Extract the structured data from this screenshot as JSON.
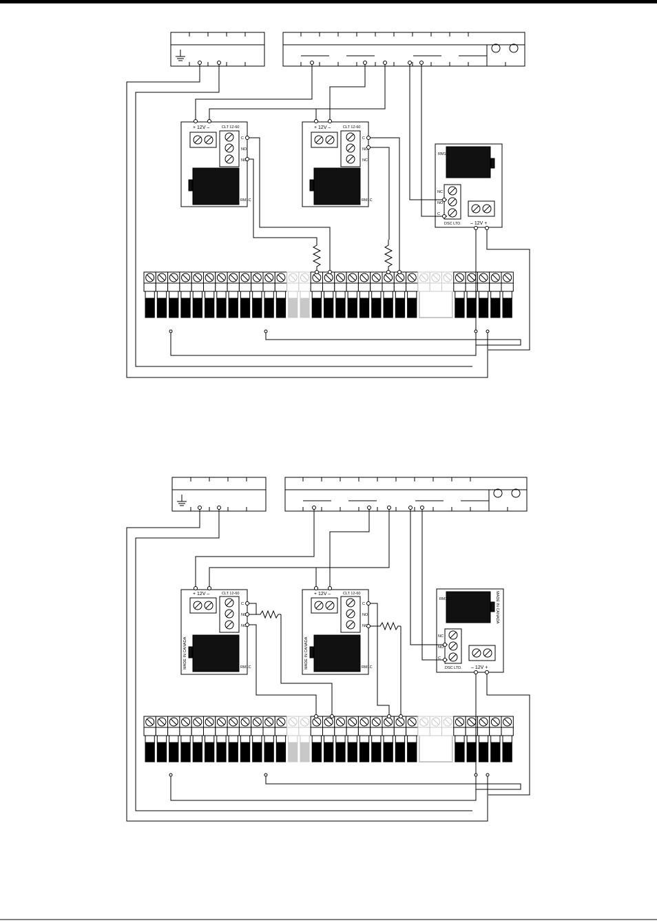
{
  "colors": {
    "ink": "#000000",
    "paper": "#ffffff",
    "unused_terminal": "#c8c8c8"
  },
  "diagrams": [
    {
      "relays": [
        {
          "voltage_label": "+ 12V –",
          "model_label": "CLT 12-60",
          "contact_labels": [
            "C",
            "NO",
            "NC"
          ],
          "corner_label": "RM1C",
          "made_in": ""
        },
        {
          "voltage_label": "+ 12V –",
          "model_label": "CLT 12-60",
          "contact_labels": [
            "C",
            "NO",
            "NC"
          ],
          "corner_label": "RM1C",
          "made_in": ""
        }
      ],
      "module": {
        "corner_label": "RM1C",
        "contact_labels": [
          "NC",
          "NO",
          "C"
        ],
        "maker_label": "DSC LTD.",
        "power_label": "– 12V +",
        "made_in": ""
      }
    },
    {
      "relays": [
        {
          "voltage_label": "+ 12V –",
          "model_label": "CLT 12-60",
          "contact_labels": [
            "C",
            "NO",
            "NC"
          ],
          "corner_label": "RM1C",
          "made_in": "MADE IN CANADA"
        },
        {
          "voltage_label": "+ 12V –",
          "model_label": "CLT 12-60",
          "contact_labels": [
            "C",
            "NO",
            "NC"
          ],
          "corner_label": "RM1C",
          "made_in": "MADE IN CANADA"
        }
      ],
      "module": {
        "corner_label": "RM1C",
        "contact_labels": [
          "NC",
          "NO",
          "C"
        ],
        "maker_label": "DSC LTD.",
        "power_label": "– 12V +",
        "made_in": "MADE IN CANADA"
      }
    }
  ]
}
